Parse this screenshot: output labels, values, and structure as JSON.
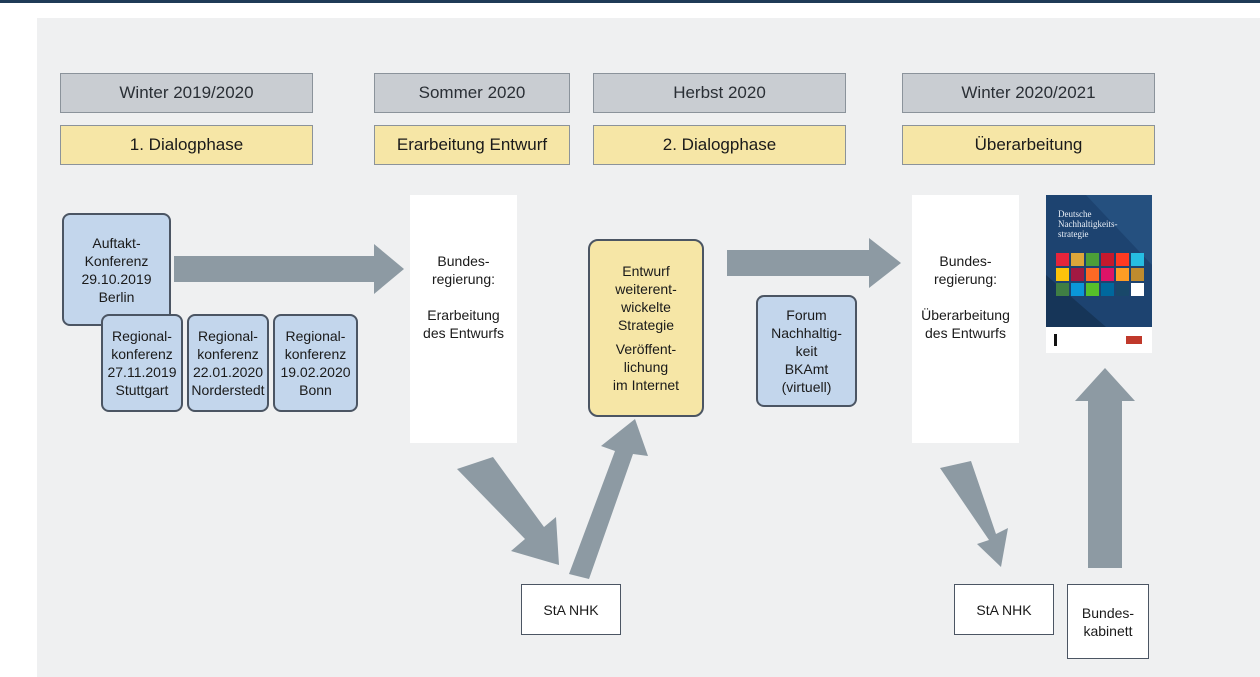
{
  "seasons": [
    "Winter 2019/2020",
    "Sommer 2020",
    "Herbst 2020",
    "Winter 2020/2021"
  ],
  "phases": [
    "1. Dialogphase",
    "Erarbeitung Entwurf",
    "2. Dialogphase",
    "Überarbeitung"
  ],
  "auftakt": "Auftakt-\nKonferenz\n29.10.2019\nBerlin",
  "regional": [
    "Regional-\nkonferenz\n27.11.2019\nStuttgart",
    "Regional-\nkonferenz\n22.01.2020\nNorderstedt",
    "Regional-\nkonferenz\n19.02.2020\nBonn"
  ],
  "bundesregierung_1": {
    "line1": "Bundes-\nregierung:",
    "line2": "Erarbeitung\ndes Entwurfs"
  },
  "entwurf": {
    "line1": "Entwurf\nweiterent-\nwickelte\nStrategie",
    "line2": "Veröffent-\nlichung\nim Internet"
  },
  "forum": "Forum\nNachhaltig-\nkeit\nBKAmt\n(virtuell)",
  "bundesregierung_2": {
    "line1": "Bundes-\nregierung:",
    "line2": "Überarbeitung\ndes Entwurfs"
  },
  "sta_nhk_1": "StA NHK",
  "sta_nhk_2": "StA NHK",
  "bundeskabinett": "Bundes-\nkabinett",
  "cover": {
    "title": "Deutsche\nNachhaltigkeits-\nstrategie"
  },
  "colors": {
    "arrow": "#8d9aa3",
    "blue_box": "#c3d6ec",
    "yellow_box": "#f6e6a6",
    "season": "#c9cdd2",
    "cover": "#1d4370"
  }
}
